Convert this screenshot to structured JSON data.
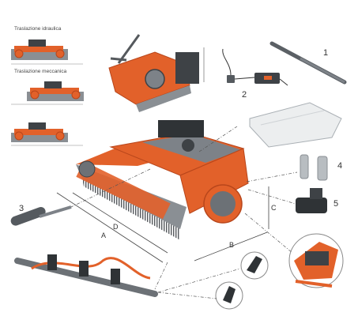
{
  "captions": {
    "hydraulic_shift": "Traslazione idraulica",
    "mechanical_shift": "Traslazione meccanica"
  },
  "callouts": {
    "part_1": "1",
    "part_2": "2",
    "part_3": "3",
    "part_4": "4",
    "part_5": "5"
  },
  "dimensions": {
    "a": "A",
    "b": "B",
    "c": "C",
    "d": "D"
  },
  "colors": {
    "orange": "#e2612a",
    "dark_orange": "#b8461b",
    "grey": "#7d8288",
    "dark_grey": "#3e4246",
    "line": "#555555"
  },
  "icons": [
    "mulcher-machine",
    "hydraulic-cylinder",
    "skid-steer-plate",
    "control-unit",
    "hydraulic-coupler",
    "hydraulic-motor",
    "offset-arm",
    "support-bracket"
  ]
}
